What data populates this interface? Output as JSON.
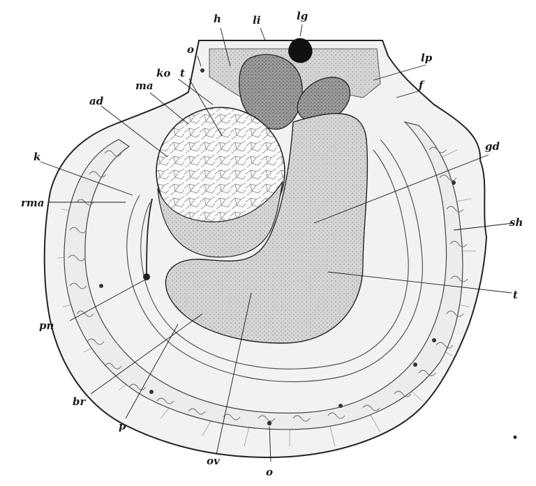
{
  "labels": {
    "h": "h",
    "li": "li",
    "lg": "lg",
    "o_top": "o",
    "ko": "ko",
    "t_top": "t",
    "ma": "ma",
    "ad": "ad",
    "lp": "lp",
    "f": "f",
    "gd": "gd",
    "k": "k",
    "rma": "rma",
    "sh": "sh",
    "t_right": "t",
    "pn": "pn",
    "br": "br",
    "p": "p",
    "ov": "ov",
    "o_bottom": "o"
  }
}
